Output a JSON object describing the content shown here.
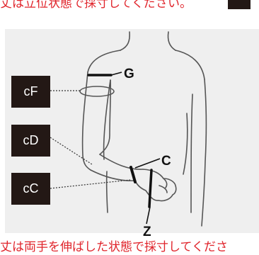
{
  "top_note": "丈は立位状態で採寸してください。",
  "bottom_note": "丈は両手を伸ばした状態で採寸してくださ",
  "tags": {
    "cf": "cF",
    "cd": "cD",
    "cc": "cC"
  },
  "points": {
    "g": "G",
    "c": "C",
    "z": "Z"
  },
  "colors": {
    "note_text": "#e0242b",
    "tag_background": "#231815",
    "figure_panel": "#efefef",
    "outline": "#555555",
    "marker": "#111111",
    "dotted_leader": "#333333"
  }
}
